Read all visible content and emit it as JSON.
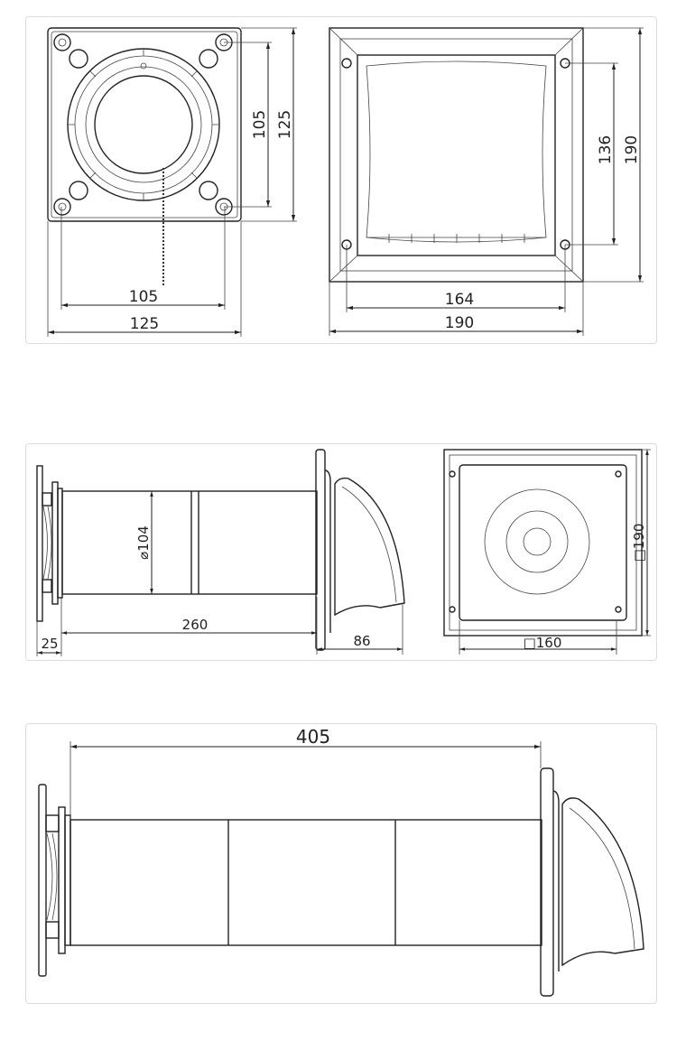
{
  "drawings": {
    "front_views": {
      "inner_plate": {
        "hole_spacing_v": "105",
        "height": "125",
        "hole_spacing_h": "105",
        "width": "125"
      },
      "outer_grille": {
        "hole_spacing_v": "136",
        "height": "190",
        "hole_spacing_h": "164",
        "width": "190"
      }
    },
    "side_views": {
      "diameter": "⌀104",
      "tube_length": "260",
      "inner_depth": "25",
      "hood_depth": "86",
      "outer_height": "□190",
      "outer_inner_width": "□160"
    },
    "full_length_view": {
      "total_length": "405"
    }
  }
}
